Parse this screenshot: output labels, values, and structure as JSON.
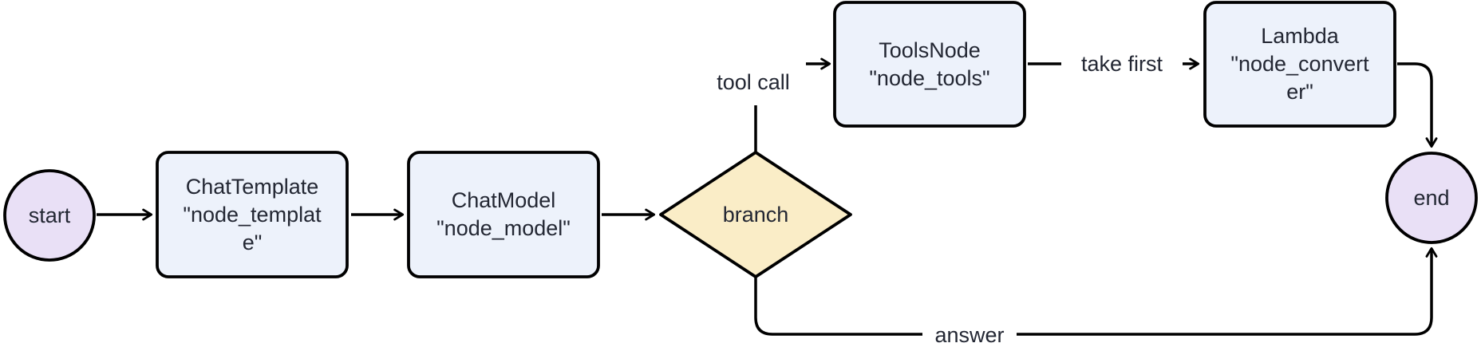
{
  "diagram_type": "flowchart",
  "nodes": {
    "start": {
      "label": "start",
      "shape": "circle"
    },
    "template": {
      "label": "ChatTemplate\n\"node_templat\ne\"",
      "shape": "rounded-rect"
    },
    "model": {
      "label": "ChatModel\n\"node_model\"",
      "shape": "rounded-rect"
    },
    "branch": {
      "label": "branch",
      "shape": "diamond"
    },
    "tools": {
      "label": "ToolsNode\n\"node_tools\"",
      "shape": "rounded-rect"
    },
    "converter": {
      "label": "Lambda\n\"node_convert\ner\"",
      "shape": "rounded-rect"
    },
    "end": {
      "label": "end",
      "shape": "circle"
    }
  },
  "edges": {
    "start_to_template": {
      "from": "start",
      "to": "template",
      "label": ""
    },
    "template_to_model": {
      "from": "template",
      "to": "model",
      "label": ""
    },
    "model_to_branch": {
      "from": "model",
      "to": "branch",
      "label": ""
    },
    "tool_call": {
      "from": "branch",
      "to": "tools",
      "label": "tool call"
    },
    "take_first": {
      "from": "tools",
      "to": "converter",
      "label": "take first"
    },
    "converter_to_end": {
      "from": "converter",
      "to": "end",
      "label": ""
    },
    "answer": {
      "from": "branch",
      "to": "end",
      "label": "answer"
    }
  },
  "colors": {
    "terminal_fill": "#e9e0f6",
    "process_fill": "#edf2fb",
    "decision_fill": "#faedc7",
    "line_color": "#000000",
    "text_color": "#232733",
    "background": "#ffffff"
  }
}
